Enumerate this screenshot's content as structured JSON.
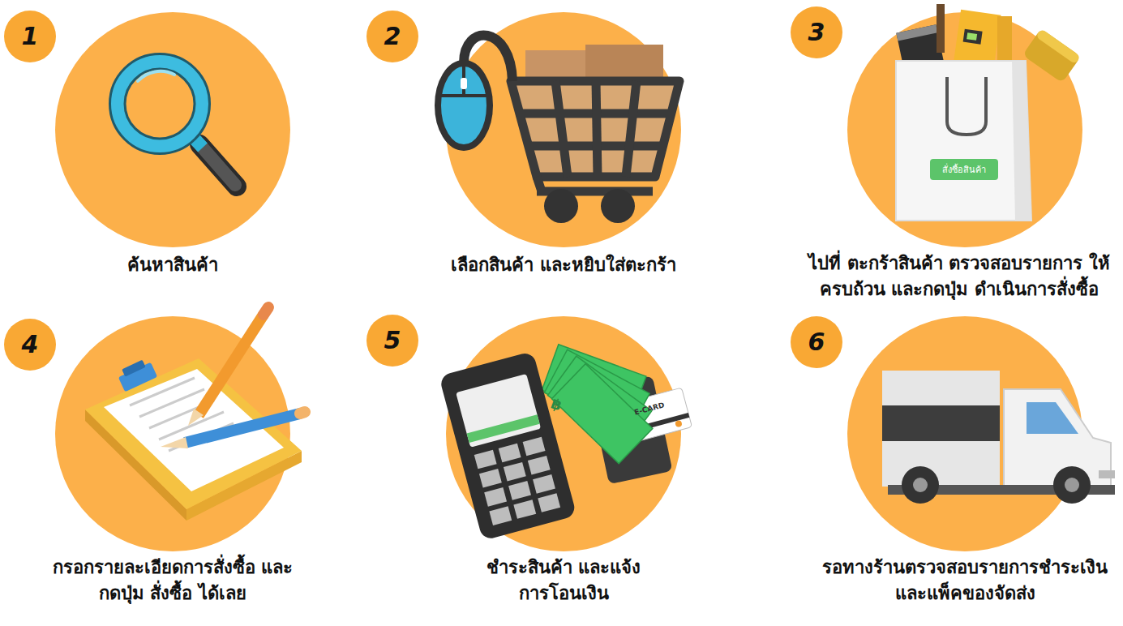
{
  "diagram": {
    "nodes": [
      {
        "text": [
          "1"
        ]
      },
      {
        "text": [
          "ค้นหาสินค้า"
        ]
      },
      {
        "text": [
          "2"
        ]
      },
      {
        "text": [
          "เลือกสินค้า และหยิบใส่ตะกร้า"
        ]
      },
      {
        "text": [
          "3"
        ]
      },
      {
        "text": [
          "ไปที่ ตะกร้าสินค้า ตรวจสอบรายการ ให้ครบถ้วน และกดปุ่ม ดำเนินการสั่งซื้อ"
        ]
      },
      {
        "text": [
          "สั่งซื้อสินค้า"
        ],
        "in": 5
      },
      {
        "text": [
          "4"
        ]
      },
      {
        "text": [
          "กรอกรายละเอียดการสั่งซื้อ และกดปุ่ม สั่งซื้อ ได้เลย"
        ]
      },
      {
        "text": [
          "5"
        ]
      },
      {
        "text": [
          "ชำระสินค้า และแจ้งการโอนเงิน"
        ]
      },
      {
        "text": [
          "6"
        ]
      },
      {
        "text": [
          "รอทางร้านตรวจสอบรายการชำระเงิน และแพ็คของจัดส่ง"
        ]
      }
    ],
    "labels": [
      "E-CARD",
      "฿"
    ]
  }
}
